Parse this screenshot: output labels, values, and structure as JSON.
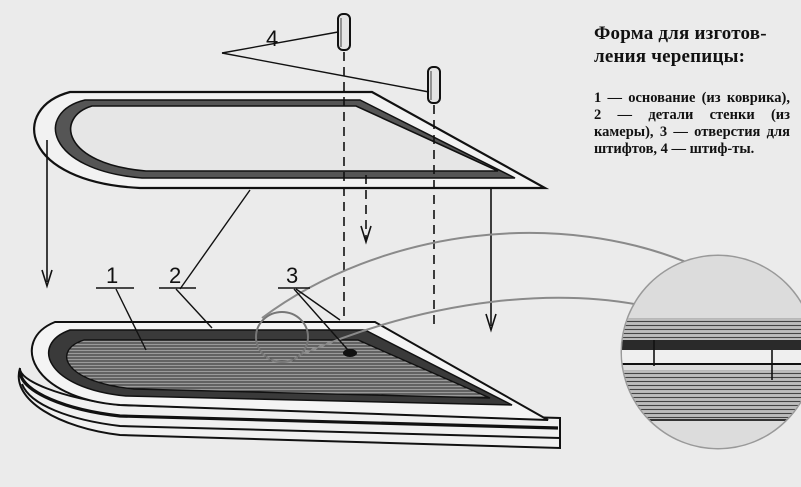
{
  "labels": {
    "base": "1",
    "wall": "2",
    "holes": "3",
    "pins": "4"
  },
  "caption": {
    "title": "Форма для изготов-ления черепицы:",
    "legend": "1 — основание (из коврика), 2 — детали стенки (из камеры), 3 — отверстия для штифтов, 4 — штиф-ты."
  }
}
